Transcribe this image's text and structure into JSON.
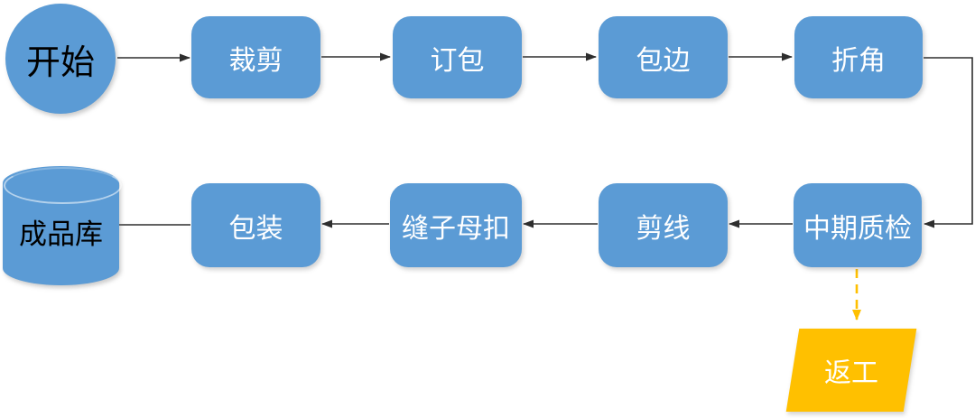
{
  "flowchart": {
    "colors": {
      "node_fill": "#5b9bd5",
      "node_text": "#ffffff",
      "terminal_text": "#000000",
      "rework_fill": "#ffc000",
      "connector": "#2e2e2e",
      "rework_connector": "#ffc000"
    },
    "start": {
      "label": "开始",
      "shape": "circle"
    },
    "steps_top": [
      {
        "label": "裁剪"
      },
      {
        "label": "订包"
      },
      {
        "label": "包边"
      },
      {
        "label": "折角"
      }
    ],
    "steps_bottom": [
      {
        "label": "中期质检"
      },
      {
        "label": "剪线"
      },
      {
        "label": "缝子母扣"
      },
      {
        "label": "包装"
      }
    ],
    "warehouse": {
      "label": "成品库",
      "shape": "cylinder"
    },
    "rework": {
      "label": "返工",
      "shape": "parallelogram"
    }
  }
}
